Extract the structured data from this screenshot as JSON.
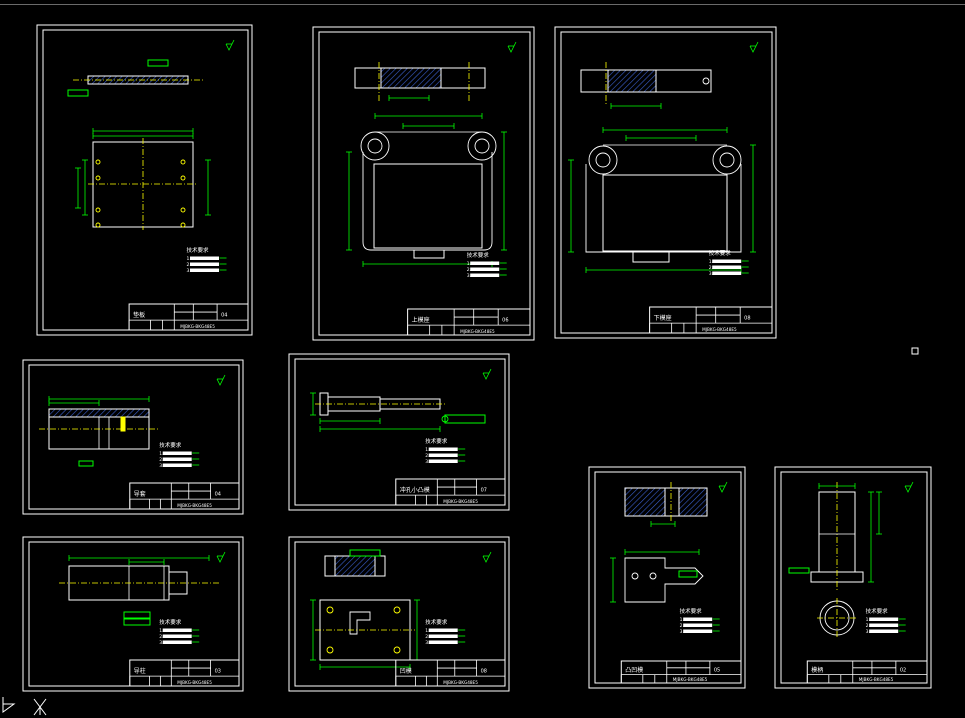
{
  "app": {
    "background": "#000000",
    "colors": {
      "frame": "#ffffff",
      "geometry": "#ffffff",
      "dimension": "#00ff00",
      "centerline": "#ffff00",
      "hatch": "#3a5fcd"
    }
  },
  "sheets": [
    {
      "id": "s1",
      "title": "垫板",
      "drawing_no": "MJBKG-BKG48E5",
      "sheet_no": "04",
      "tech_title": "技术要求",
      "tech_lines": [
        "1.",
        "2.",
        "3."
      ]
    },
    {
      "id": "s2",
      "title": "上模座",
      "drawing_no": "MJBKG-BKG48E5",
      "sheet_no": "06",
      "tech_title": "技术要求",
      "tech_lines": [
        "1.",
        "2.",
        "3."
      ]
    },
    {
      "id": "s3",
      "title": "下模座",
      "drawing_no": "MJBKG-BKG48E5",
      "sheet_no": "08",
      "tech_title": "技术要求",
      "tech_lines": [
        "1.",
        "2.",
        "3."
      ]
    },
    {
      "id": "s4",
      "title": "导套",
      "drawing_no": "MJBKG-BKG48E5",
      "sheet_no": "04",
      "tech_title": "技术要求",
      "tech_lines": [
        "1.",
        "2.",
        "3."
      ]
    },
    {
      "id": "s5",
      "title": "冲孔小凸模",
      "drawing_no": "MJBKG-BKG48E5",
      "sheet_no": "07",
      "tech_title": "技术要求",
      "tech_lines": [
        "1.",
        "2.",
        "3."
      ]
    },
    {
      "id": "s6",
      "title": "导柱",
      "drawing_no": "MJBKG-BKG48E5",
      "sheet_no": "03",
      "tech_title": "技术要求",
      "tech_lines": [
        "1.",
        "2.",
        "3."
      ]
    },
    {
      "id": "s7",
      "title": "凹模",
      "drawing_no": "MJBKG-BKG48E5",
      "sheet_no": "08",
      "tech_title": "技术要求",
      "tech_lines": [
        "1.",
        "2.",
        "3."
      ]
    },
    {
      "id": "s8",
      "title": "凸凹模",
      "drawing_no": "MJBKG-BKG48E5",
      "sheet_no": "05",
      "tech_title": "技术要求",
      "tech_lines": [
        "1.",
        "2.",
        "3."
      ]
    },
    {
      "id": "s9",
      "title": "模柄",
      "drawing_no": "MJBKG-BKG48E5",
      "sheet_no": "02",
      "tech_title": "技术要求",
      "tech_lines": [
        "1.",
        "2.",
        "3."
      ]
    }
  ]
}
